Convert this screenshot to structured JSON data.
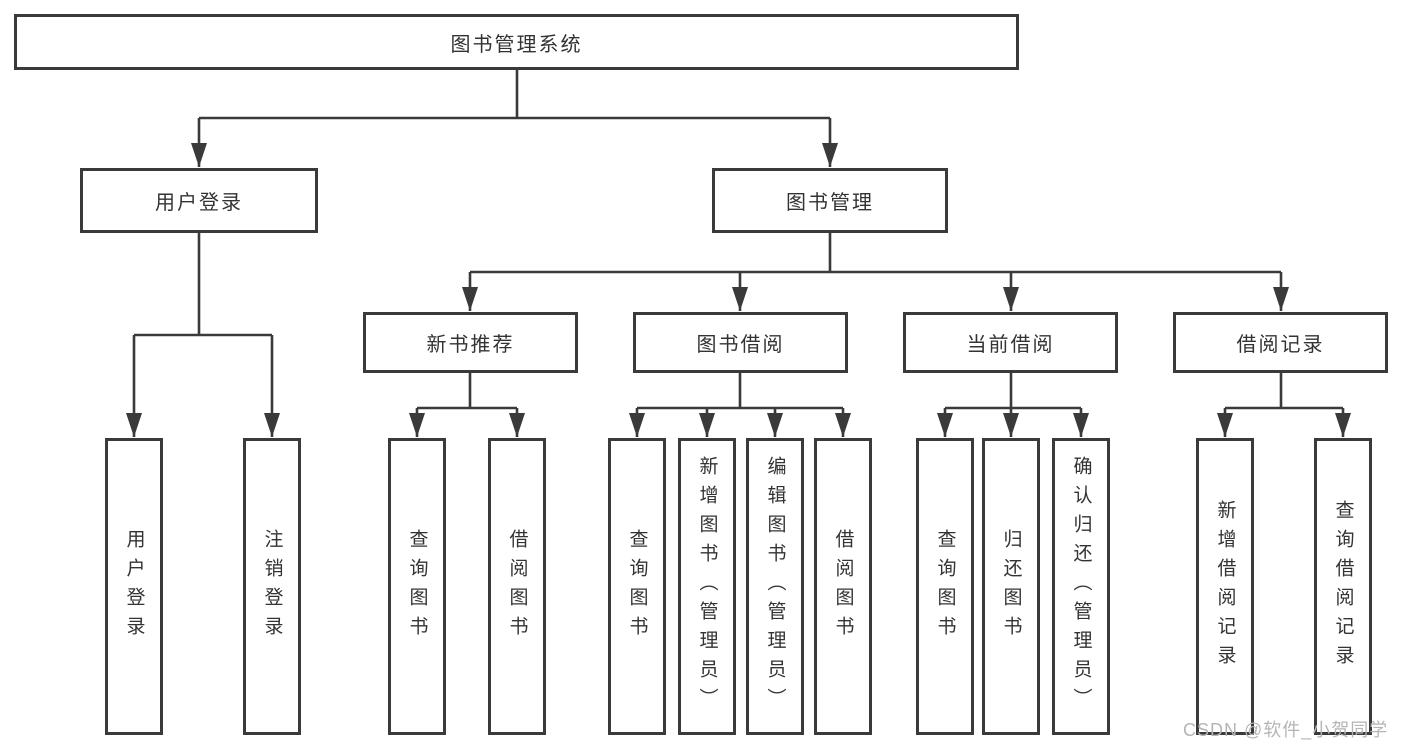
{
  "diagram": {
    "root": {
      "label": "图书管理系统"
    },
    "level2": [
      {
        "label": "用户登录"
      },
      {
        "label": "图书管理"
      }
    ],
    "level3": [
      {
        "label": "新书推荐"
      },
      {
        "label": "图书借阅"
      },
      {
        "label": "当前借阅"
      },
      {
        "label": "借阅记录"
      }
    ],
    "leaves": [
      {
        "label": "用户登录"
      },
      {
        "label": "注销登录"
      },
      {
        "label": "查询图书"
      },
      {
        "label": "借阅图书"
      },
      {
        "label": "查询图书"
      },
      {
        "label": "新增图书（管理员）"
      },
      {
        "label": "编辑图书（管理员）"
      },
      {
        "label": "借阅图书"
      },
      {
        "label": "查询图书"
      },
      {
        "label": "归还图书"
      },
      {
        "label": "确认归还（管理员）"
      },
      {
        "label": "新增借阅记录"
      },
      {
        "label": "查询借阅记录"
      }
    ],
    "watermark": "CSDN @软件_小贺同学",
    "colors": {
      "line": "#3a3a3a",
      "text": "#333333",
      "watermark": "#b5b5b5",
      "background": "#ffffff"
    }
  }
}
